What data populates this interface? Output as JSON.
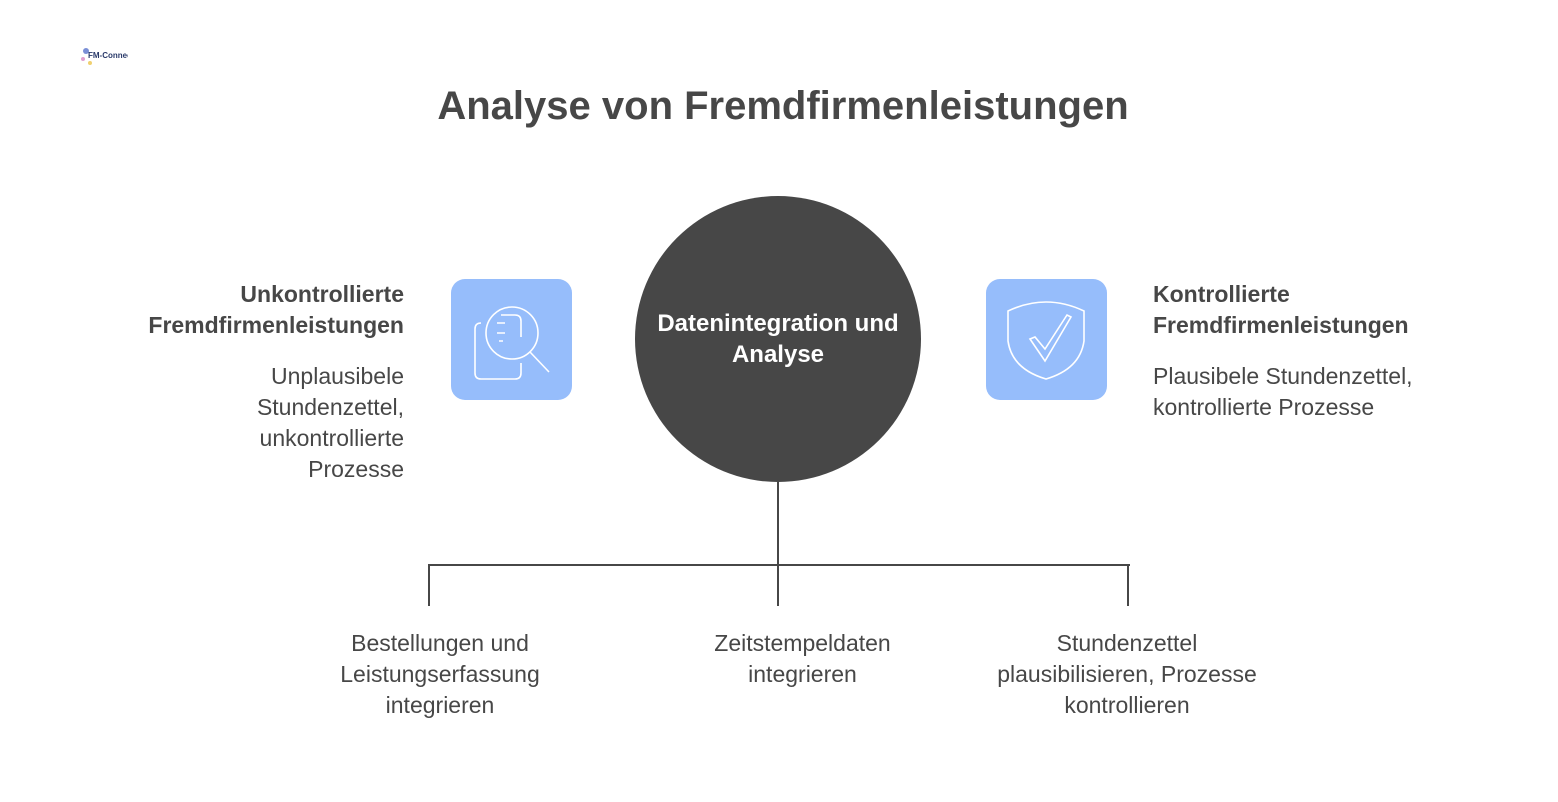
{
  "logo": {
    "text": "FM-Connect.com"
  },
  "title": "Analyse von Fremdfirmenleistungen",
  "center": {
    "text": "Datenintegration und Analyse"
  },
  "left": {
    "heading": "Unkontrollierte Fremdfirmenleistungen",
    "description": "Unplausibele Stundenzettel, unkontrollierte Prozesse",
    "icon": "document-search-icon"
  },
  "right": {
    "heading": "Kontrollierte Fremdfirmenleistungen",
    "description": "Plausibele Stundenzettel, kontrollierte Prozesse",
    "icon": "shield-check-icon"
  },
  "steps": [
    {
      "text": "Bestellungen und Leistungserfassung integrieren"
    },
    {
      "text": "Zeitstempeldaten integrieren"
    },
    {
      "text": "Stundenzettel plausibilisieren, Prozesse kontrollieren"
    }
  ],
  "colors": {
    "accent": "#96bdfb",
    "dark": "#474747"
  }
}
